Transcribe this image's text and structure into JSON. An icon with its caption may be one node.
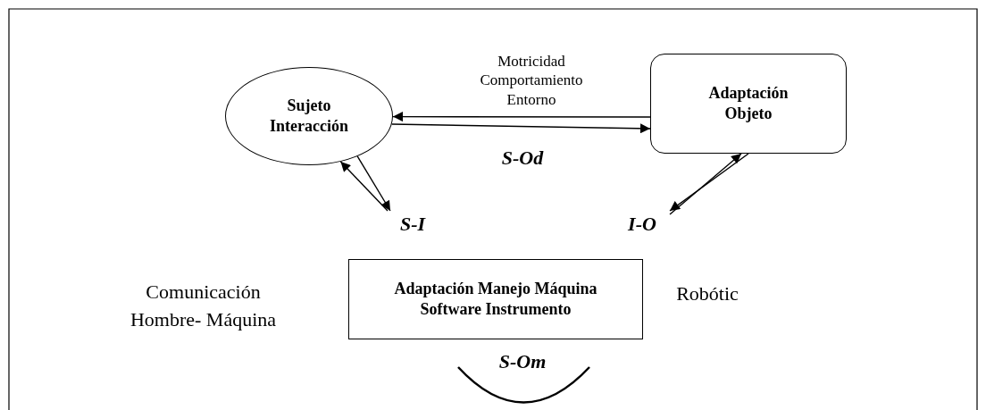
{
  "diagram": {
    "nodes": [
      {
        "text": [
          "Sujeto Interacción"
        ]
      },
      {
        "text": [
          "Adaptación Objeto"
        ]
      },
      {
        "text": [
          "Adaptación Manejo Máquina Software Instrumento"
        ]
      },
      {
        "text": [
          "S-I"
        ]
      },
      {
        "text": [
          "I-O"
        ]
      }
    ],
    "edges": [
      {
        "from": 1,
        "to": 0,
        "arrow": "to"
      },
      {
        "from": 0,
        "to": 1,
        "arrow": "to"
      },
      {
        "from": 3,
        "to": 0,
        "arrow": "to"
      },
      {
        "from": 0,
        "to": 3,
        "arrow": "to"
      },
      {
        "from": 1,
        "to": 4,
        "arrow": "to"
      },
      {
        "from": 4,
        "to": 1,
        "arrow": "to"
      }
    ],
    "labels": [
      "Motricidad Comportamiento Entorno",
      "S-Od",
      "Comunicación Hombre- Máquina",
      "Robótic",
      "S-Om"
    ]
  }
}
